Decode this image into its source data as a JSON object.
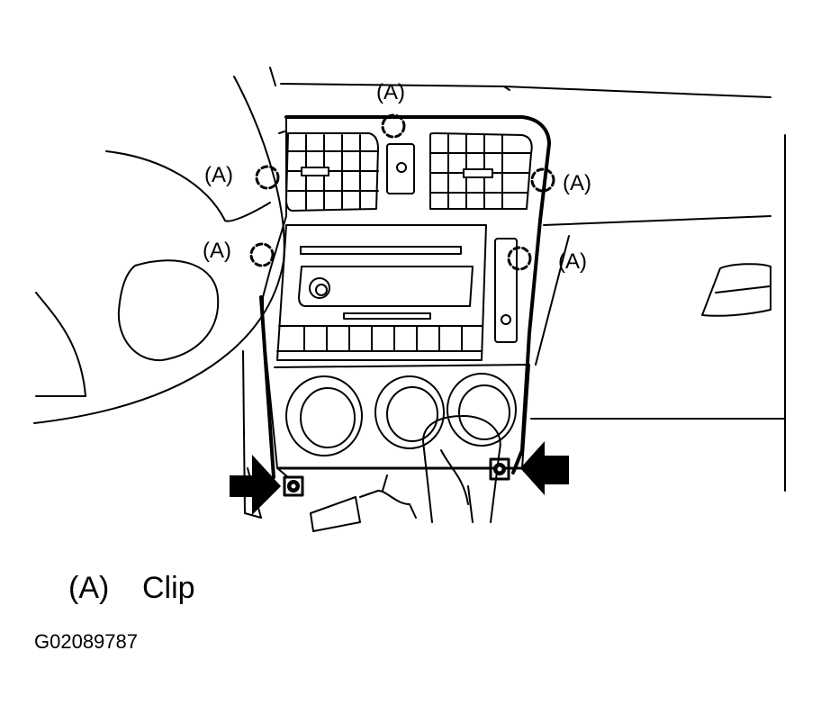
{
  "callouts": [
    {
      "id": "top",
      "label": "(A)"
    },
    {
      "id": "upper-left",
      "label": "(A)"
    },
    {
      "id": "upper-right",
      "label": "(A)"
    },
    {
      "id": "lower-left",
      "label": "(A)"
    },
    {
      "id": "lower-right",
      "label": "(A)"
    }
  ],
  "legend": {
    "label": "(A)",
    "text": "Clip"
  },
  "figure_id": "G02089787",
  "colors": {
    "line": "#000000",
    "background": "#ffffff"
  }
}
